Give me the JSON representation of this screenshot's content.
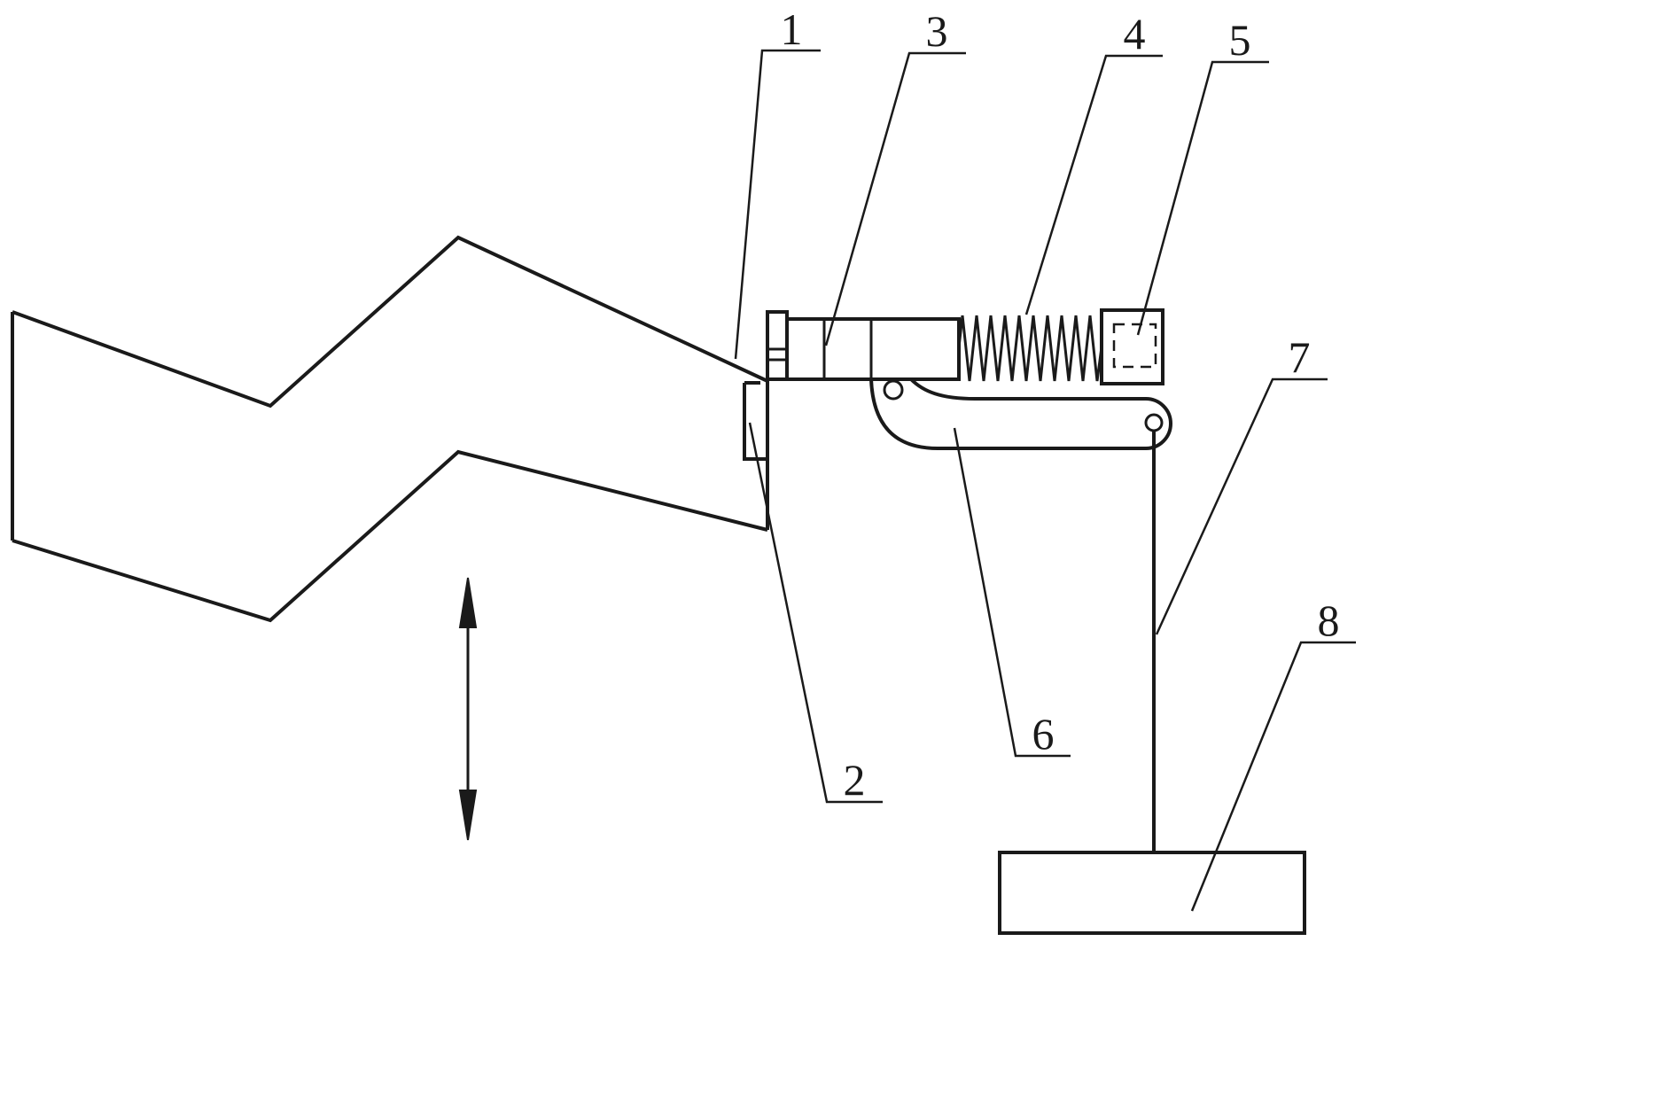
{
  "figure": {
    "background": "#ffffff",
    "ink": "#1a1a1a",
    "labels": {
      "l1": "1",
      "l2": "2",
      "l3": "3",
      "l4": "4",
      "l5": "5",
      "l6": "6",
      "l7": "7",
      "l8": "8"
    }
  }
}
